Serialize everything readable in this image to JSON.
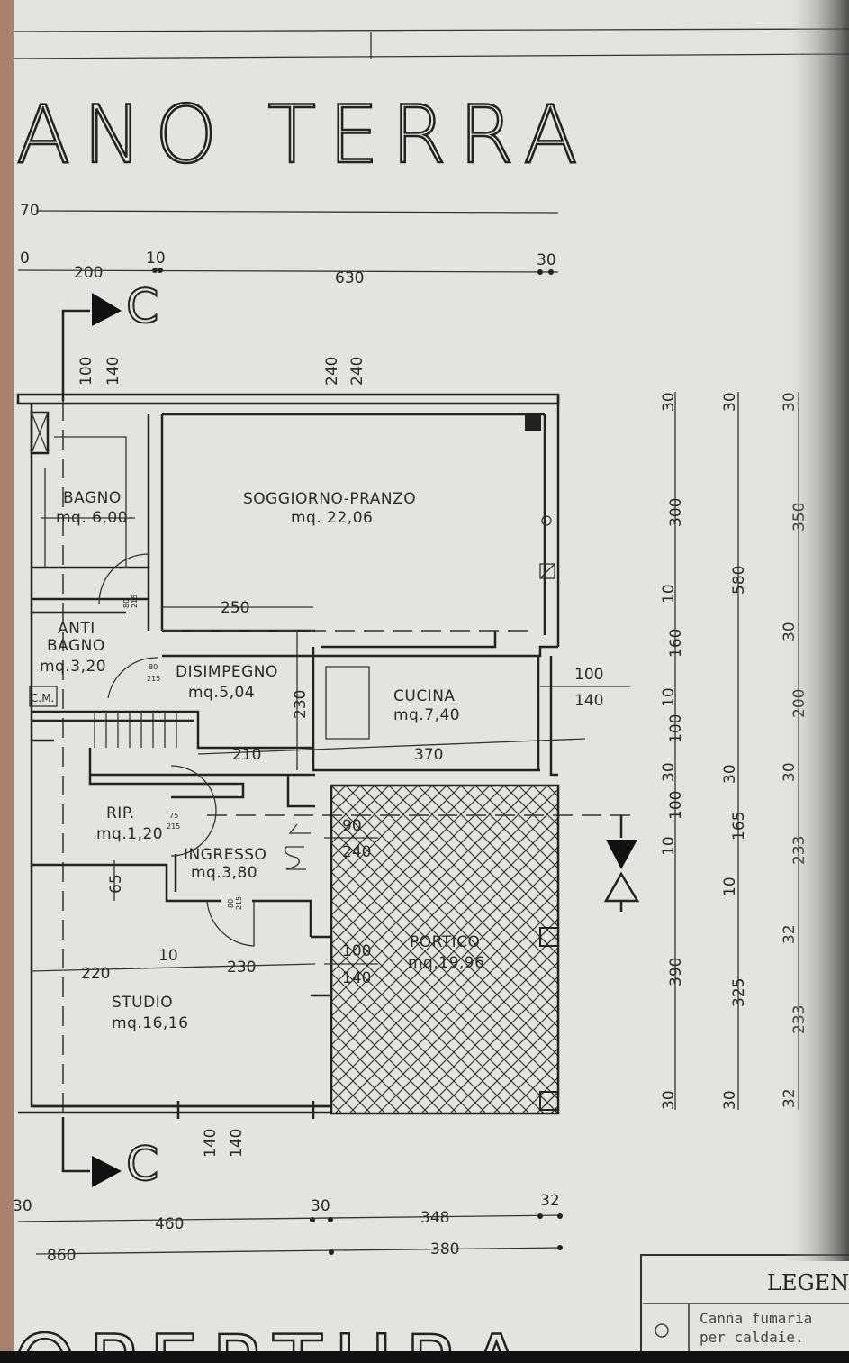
{
  "title": "ANO TERRA",
  "bottom_title": "OPERTURA",
  "section_mark": "C",
  "rooms": {
    "bagno": {
      "name": "BAGNO",
      "area": "mq. 6,00"
    },
    "soggiorno": {
      "name": "SOGGIORNO-PRANZO",
      "area": "mq. 22,06"
    },
    "antibagno": {
      "name1": "ANTI",
      "name2": "BAGNO",
      "area": "mq.3,20"
    },
    "disimpegno": {
      "name": "DISIMPEGNO",
      "area": "mq.5,04"
    },
    "cucina": {
      "name": "CUCINA",
      "area": "mq.7,40"
    },
    "rip": {
      "name": "RIP.",
      "area": "mq.1,20"
    },
    "ingresso": {
      "name": "INGRESSO",
      "area": "mq.3,80"
    },
    "portico": {
      "name": "PORTICO",
      "area": "mq.19,96"
    },
    "studio": {
      "name": "STUDIO",
      "area": "mq.16,16"
    }
  },
  "cm_label": "C.M.",
  "doors": {
    "bagno": [
      "80",
      "215"
    ],
    "disimpegno": [
      "80",
      "215"
    ],
    "rip": [
      "75",
      "215"
    ],
    "ingresso": [
      "80",
      "215"
    ]
  },
  "dims_top": [
    "70",
    "0",
    "200",
    "10",
    "630",
    "30",
    "100",
    "140",
    "240",
    "240"
  ],
  "dims_bottom": [
    "30",
    "460",
    "30",
    "348",
    "32",
    "860",
    "380",
    "140",
    "140"
  ],
  "dims_internal": [
    "250",
    "230",
    "210",
    "370",
    "90",
    "240",
    "100",
    "140",
    "220",
    "10",
    "230",
    "65",
    "100",
    "140"
  ],
  "dims_right_1": [
    "30",
    "300",
    "10",
    "160",
    "10",
    "100",
    "30",
    "100",
    "10",
    "390",
    "30"
  ],
  "dims_right_2": [
    "30",
    "580",
    "30",
    "165",
    "10",
    "325",
    "30"
  ],
  "dims_right_3": [
    "30",
    "350",
    "30",
    "200",
    "30",
    "233",
    "32",
    "233",
    "32"
  ],
  "legend": {
    "title": "LEGEN",
    "symbol": "circle",
    "item_line1": "Canna fumaria",
    "item_line2": "per caldaie."
  }
}
